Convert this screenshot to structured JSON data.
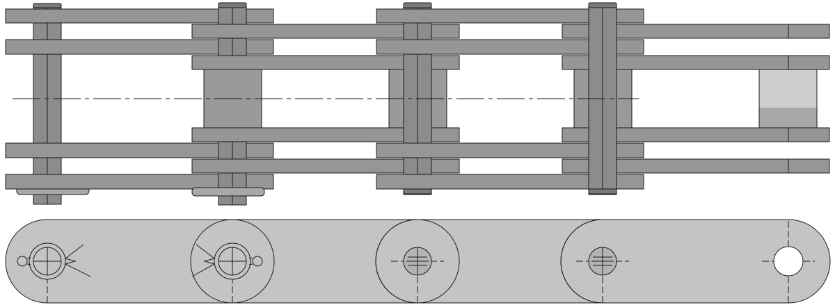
{
  "drawing": {
    "subject": "roller chain",
    "views": [
      "top-view",
      "side-view"
    ],
    "colors": {
      "plate": "#969696",
      "plate_light": "#c4c4c4",
      "roller": "#9a9a9a",
      "roller_highlight": "#cdcdcd",
      "pin": "#8c8c8c",
      "stroke": "#1a1a1a",
      "background": "#ffffff"
    },
    "top_view": {
      "pitch_count": 4,
      "inner_link_count": 4,
      "outer_link_count": 3
    },
    "side_view": {
      "link_count": 5
    }
  }
}
